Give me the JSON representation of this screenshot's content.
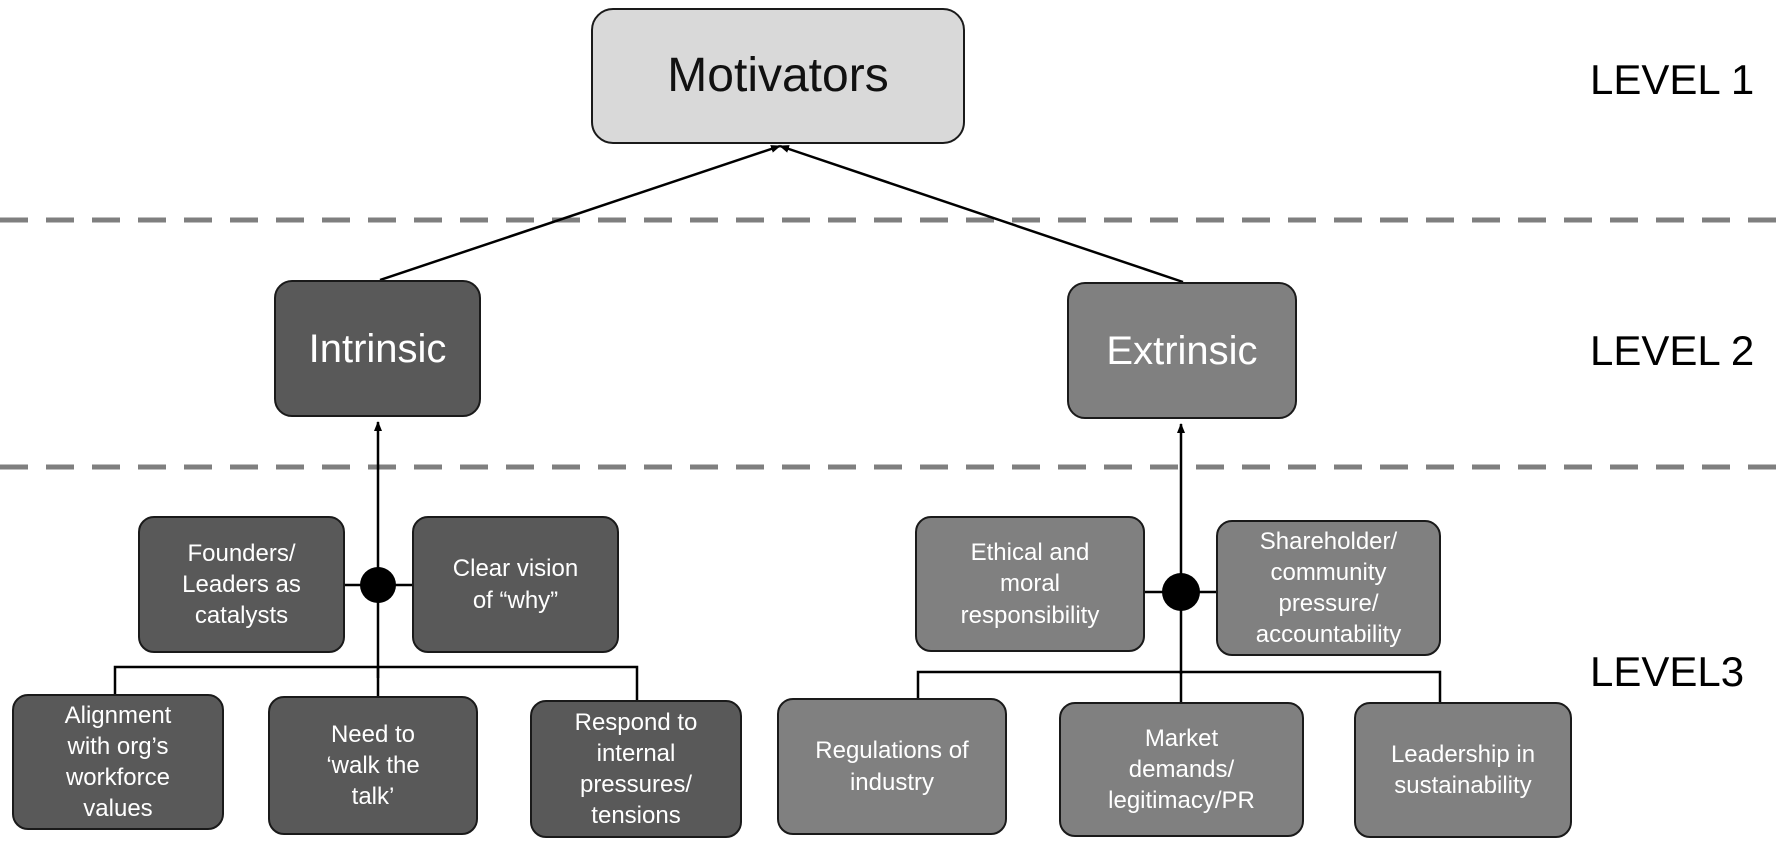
{
  "levels": [
    "LEVEL 1",
    "LEVEL 2",
    "LEVEL3"
  ],
  "top": {
    "label": "Motivators"
  },
  "intrinsic": {
    "label": "Intrinsic",
    "side_factors": [
      "Founders/\nLeaders as\ncatalysts",
      "Clear vision\nof “why”"
    ],
    "bottom_factors": [
      "Alignment\nwith org’s\nworkforce\nvalues",
      "Need to\n‘walk the\ntalk’",
      "Respond to\ninternal\npressures/\ntensions"
    ]
  },
  "extrinsic": {
    "label": "Extrinsic",
    "side_factors": [
      "Ethical and\nmoral\nresponsibility",
      "Shareholder/\ncommunity\npressure/\naccountability"
    ],
    "bottom_factors": [
      "Regulations of\nindustry",
      "Market\ndemands/\nlegitimacy/PR",
      "Leadership in\nsustainability"
    ]
  },
  "colors": {
    "top_fill": "#d9d9d9",
    "intrinsic_fill": "#595959",
    "extrinsic_fill": "#808080",
    "divider": "#7f7f7f"
  }
}
